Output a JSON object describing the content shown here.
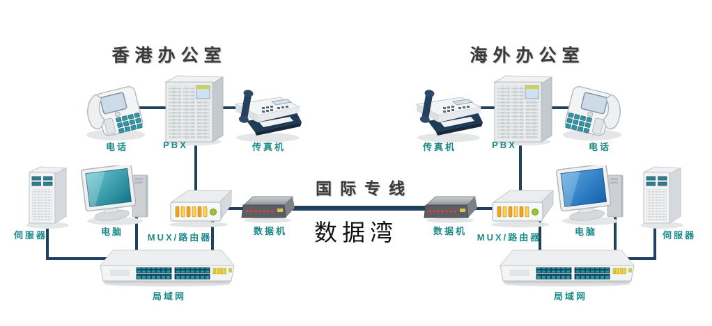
{
  "diagram": {
    "left_office": {
      "title": "香港办公室",
      "phone_label": "电话",
      "pbx_label": "PBX",
      "fax_label": "传真机",
      "server_label": "伺服器",
      "computer_label": "电脑",
      "mux_label": "MUX/路由器",
      "modem_label": "数据机",
      "lan_label": "局域网"
    },
    "right_office": {
      "title": "海外办公室",
      "phone_label": "电话",
      "pbx_label": "PBX",
      "fax_label": "传真机",
      "server_label": "伺服器",
      "computer_label": "电脑",
      "mux_label": "MUX/路由器",
      "modem_label": "数据机",
      "lan_label": "局域网"
    },
    "center": {
      "link_label": "国际专线",
      "watermark": "数据湾"
    },
    "colors": {
      "cable_navy": "#20405f",
      "device_label_teal": "#1d8a8a",
      "title_gray": "#3a3a3a",
      "mux_led_orange": "#f2a21d",
      "mux_led_yellow": "#ffd24d",
      "modem_led_red": "#e8402f",
      "switch_port_teal": "#2e93a8",
      "switch_led_yellow": "#f0cd33",
      "screen_teal": "#2fa3b5",
      "screen_blue": "#2f84c7"
    }
  }
}
